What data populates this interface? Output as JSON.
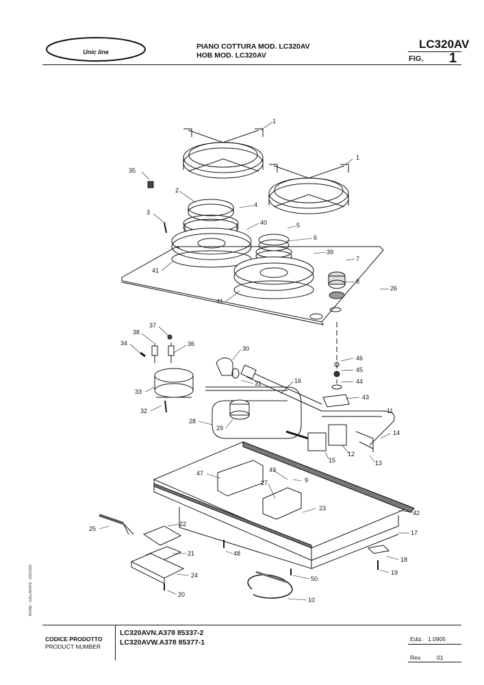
{
  "header": {
    "brand": "Unic line",
    "title_line1": "PIANO COTTURA MOD. LC320AV",
    "title_line2": "HOB MOD. LC320AV",
    "model": "LC320AV",
    "fig_label": "FIG.",
    "fig_number": "1"
  },
  "diagram": {
    "callouts": [
      "1",
      "1",
      "35",
      "2",
      "4",
      "3",
      "40",
      "5",
      "6",
      "39",
      "41",
      "7",
      "8",
      "26",
      "41",
      "37",
      "38",
      "36",
      "34",
      "30",
      "46",
      "45",
      "31",
      "16",
      "44",
      "33",
      "43",
      "32",
      "11",
      "28",
      "29",
      "14",
      "12",
      "15",
      "13",
      "47",
      "49",
      "9",
      "27",
      "23",
      "42",
      "22",
      "25",
      "17",
      "21",
      "48",
      "18",
      "19",
      "24",
      "50",
      "20",
      "10"
    ]
  },
  "side_note": "TEKNE - GALLARATE - (09/0320)",
  "footer": {
    "product_code_it": "CODICE PRODOTTO",
    "product_code_en": "PRODUCT NUMBER",
    "code1": "LC320AVN.A378 85337-2",
    "code2": "LC320AVW.A378 85377-1",
    "ediz_label": "Ediz.",
    "ediz_value": "1.0905",
    "rev_label": "Rev.",
    "rev_value": "01"
  }
}
